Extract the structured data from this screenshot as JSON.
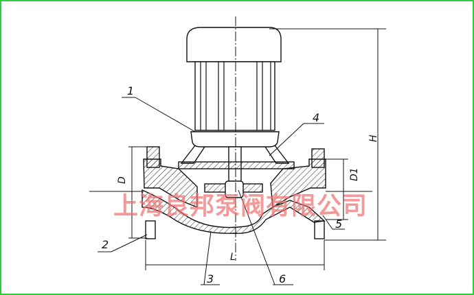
{
  "diagram": {
    "part_labels": [
      "1",
      "2",
      "3",
      "4",
      "5",
      "6"
    ],
    "dimension_labels": {
      "D": "D",
      "D1": "D1",
      "H": "H",
      "L": "L"
    },
    "watermark": "上海良邦泵阀有限公司",
    "colors": {
      "border": "#2ecc40",
      "line": "#111111",
      "watermark": "#f06e6e"
    }
  }
}
